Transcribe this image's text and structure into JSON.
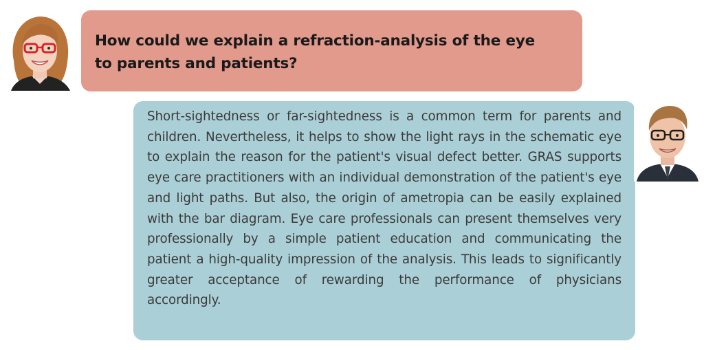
{
  "conversation": {
    "question": {
      "text": "How could we explain a refraction-analysis of the eye to parents and patients?",
      "bubble_color": "#e19a8c"
    },
    "answer": {
      "text": "Short-sightedness or far-sightedness is a common term for parents and children. Nevertheless, it helps to show the light rays in the schematic eye to explain the reason for the patient's visual defect better. GRAS supports eye care practitioners with an individual demonstration of the patient's eye and light paths. But also, the origin of ametropia can be easily explained with the bar diagram. Eye care professionals can present themselves very professionally by a simple patient education and communicating the patient a high-quality impression of the analysis. This leads to significantly greater acceptance of rewarding the performance of physicians accordingly.",
      "bubble_color": "#abcfd6"
    }
  },
  "avatars": {
    "left": {
      "icon": "woman-with-red-glasses-avatar"
    },
    "right": {
      "icon": "man-with-glasses-avatar"
    }
  }
}
